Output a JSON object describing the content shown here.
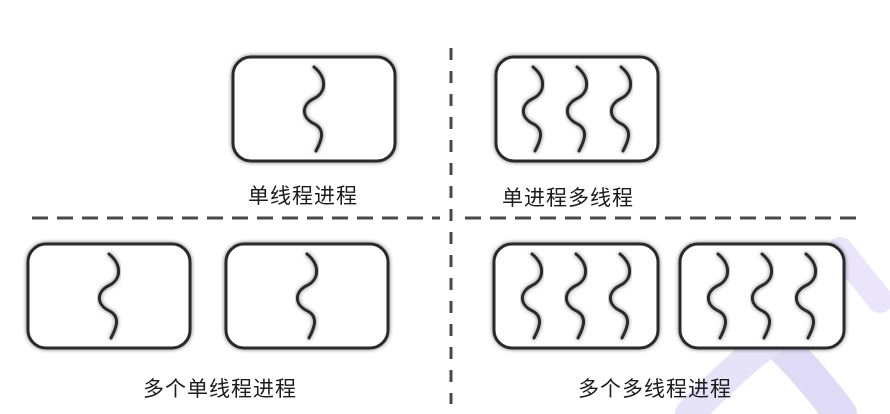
{
  "quadrants": [
    {
      "caption": "单线程进程",
      "processes": [
        {
          "threads": 1
        }
      ]
    },
    {
      "caption": "单进程多线程",
      "processes": [
        {
          "threads": 3
        }
      ]
    },
    {
      "caption": "多个单线程进程",
      "processes": [
        {
          "threads": 1
        },
        {
          "threads": 1
        }
      ]
    },
    {
      "caption": "多个多线程进程",
      "processes": [
        {
          "threads": 3
        },
        {
          "threads": 3
        }
      ]
    }
  ],
  "colors": {
    "stroke": "#2b2b2b",
    "divider": "#4a4a4a",
    "watermark": "#dcd6f5"
  }
}
